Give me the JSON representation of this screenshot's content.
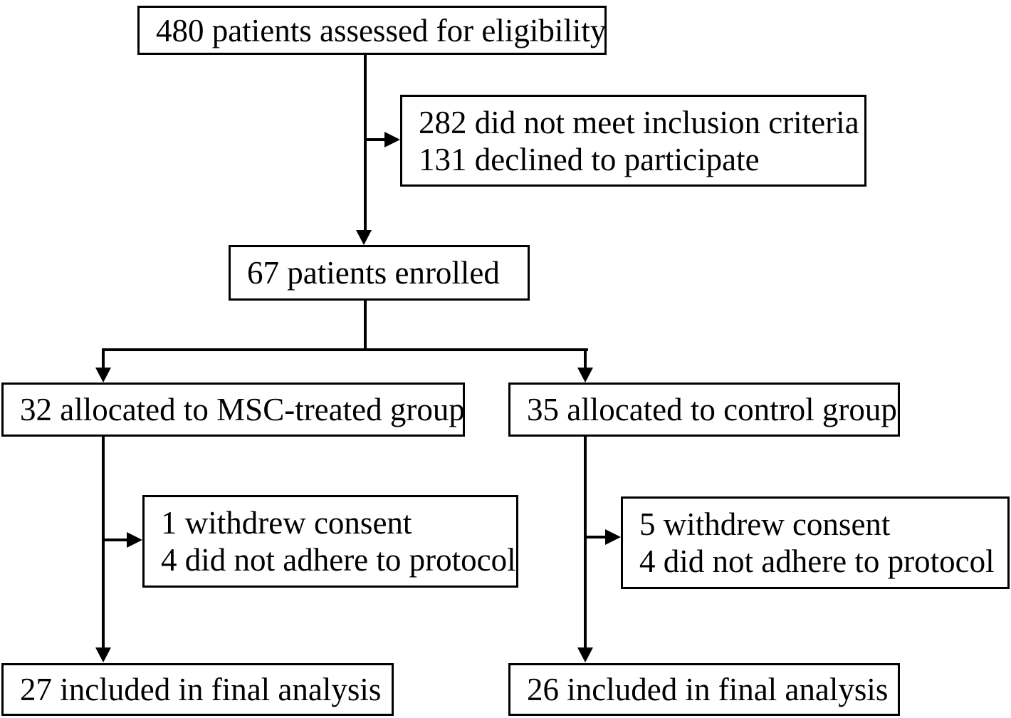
{
  "figure": "patient-flow-diagram",
  "colors": {
    "line": "#000000",
    "text": "#000000",
    "background": "#ffffff"
  },
  "boxes": {
    "eligibility": {
      "text": "480 patients assessed for eligibility"
    },
    "exclusions": {
      "line1": "282 did not meet inclusion criteria",
      "line2": "131 declined to participate"
    },
    "enrolled": {
      "text": "67 patients enrolled"
    },
    "msc_allocated": {
      "text": "32 allocated to MSC-treated group"
    },
    "control_allocated": {
      "text": "35 allocated to control group"
    },
    "msc_withdrawn": {
      "line1": "1 withdrew consent",
      "line2": "4 did not adhere to protocol"
    },
    "control_withdrawn": {
      "line1": "5 withdrew consent",
      "line2": "4 did not adhere to protocol"
    },
    "msc_final": {
      "text": "27 included in final analysis"
    },
    "control_final": {
      "text": "26 included in final analysis"
    }
  }
}
